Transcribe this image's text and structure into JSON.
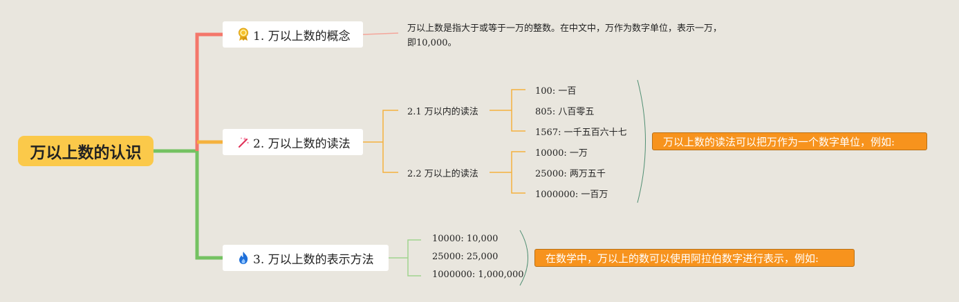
{
  "root": {
    "label": "万以上数的认识"
  },
  "topics": [
    {
      "label": "1. 万以上数的概念",
      "icon": "award-ribbon-icon"
    },
    {
      "label": "2. 万以上数的读法",
      "icon": "magic-wand-icon"
    },
    {
      "label": "3. 万以上数的表示方法",
      "icon": "fire-icon"
    }
  ],
  "concept_note": {
    "line1": "万以上数是指大于或等于一万的整数。在中文中，万作为数字单位，表示一万，",
    "line2": "即10,000。"
  },
  "reading": {
    "subtopics": [
      {
        "label": "2.1 万以内的读法",
        "items": [
          "100: 一百",
          "805: 八百零五",
          "1567: 一千五百六十七"
        ]
      },
      {
        "label": "2.2 万以上的读法",
        "items": [
          "10000: 一万",
          "25000: 两万五千",
          "1000000: 一百万"
        ]
      }
    ],
    "summary": "万以上数的读法可以把万作为一个数字单位，例如:"
  },
  "representation": {
    "items": [
      "10000: 10,000",
      "25000: 25,000",
      "1000000: 1,000,000"
    ],
    "summary": "在数学中，万以上的数可以使用阿拉伯数字进行表示，例如:"
  },
  "colors": {
    "branch1": "#f4776a",
    "branch2": "#f5b13d",
    "branch3": "#74c261",
    "root_fill": "#fbc94a",
    "callout_fill": "#f7931d",
    "background": "#e9e6de"
  }
}
